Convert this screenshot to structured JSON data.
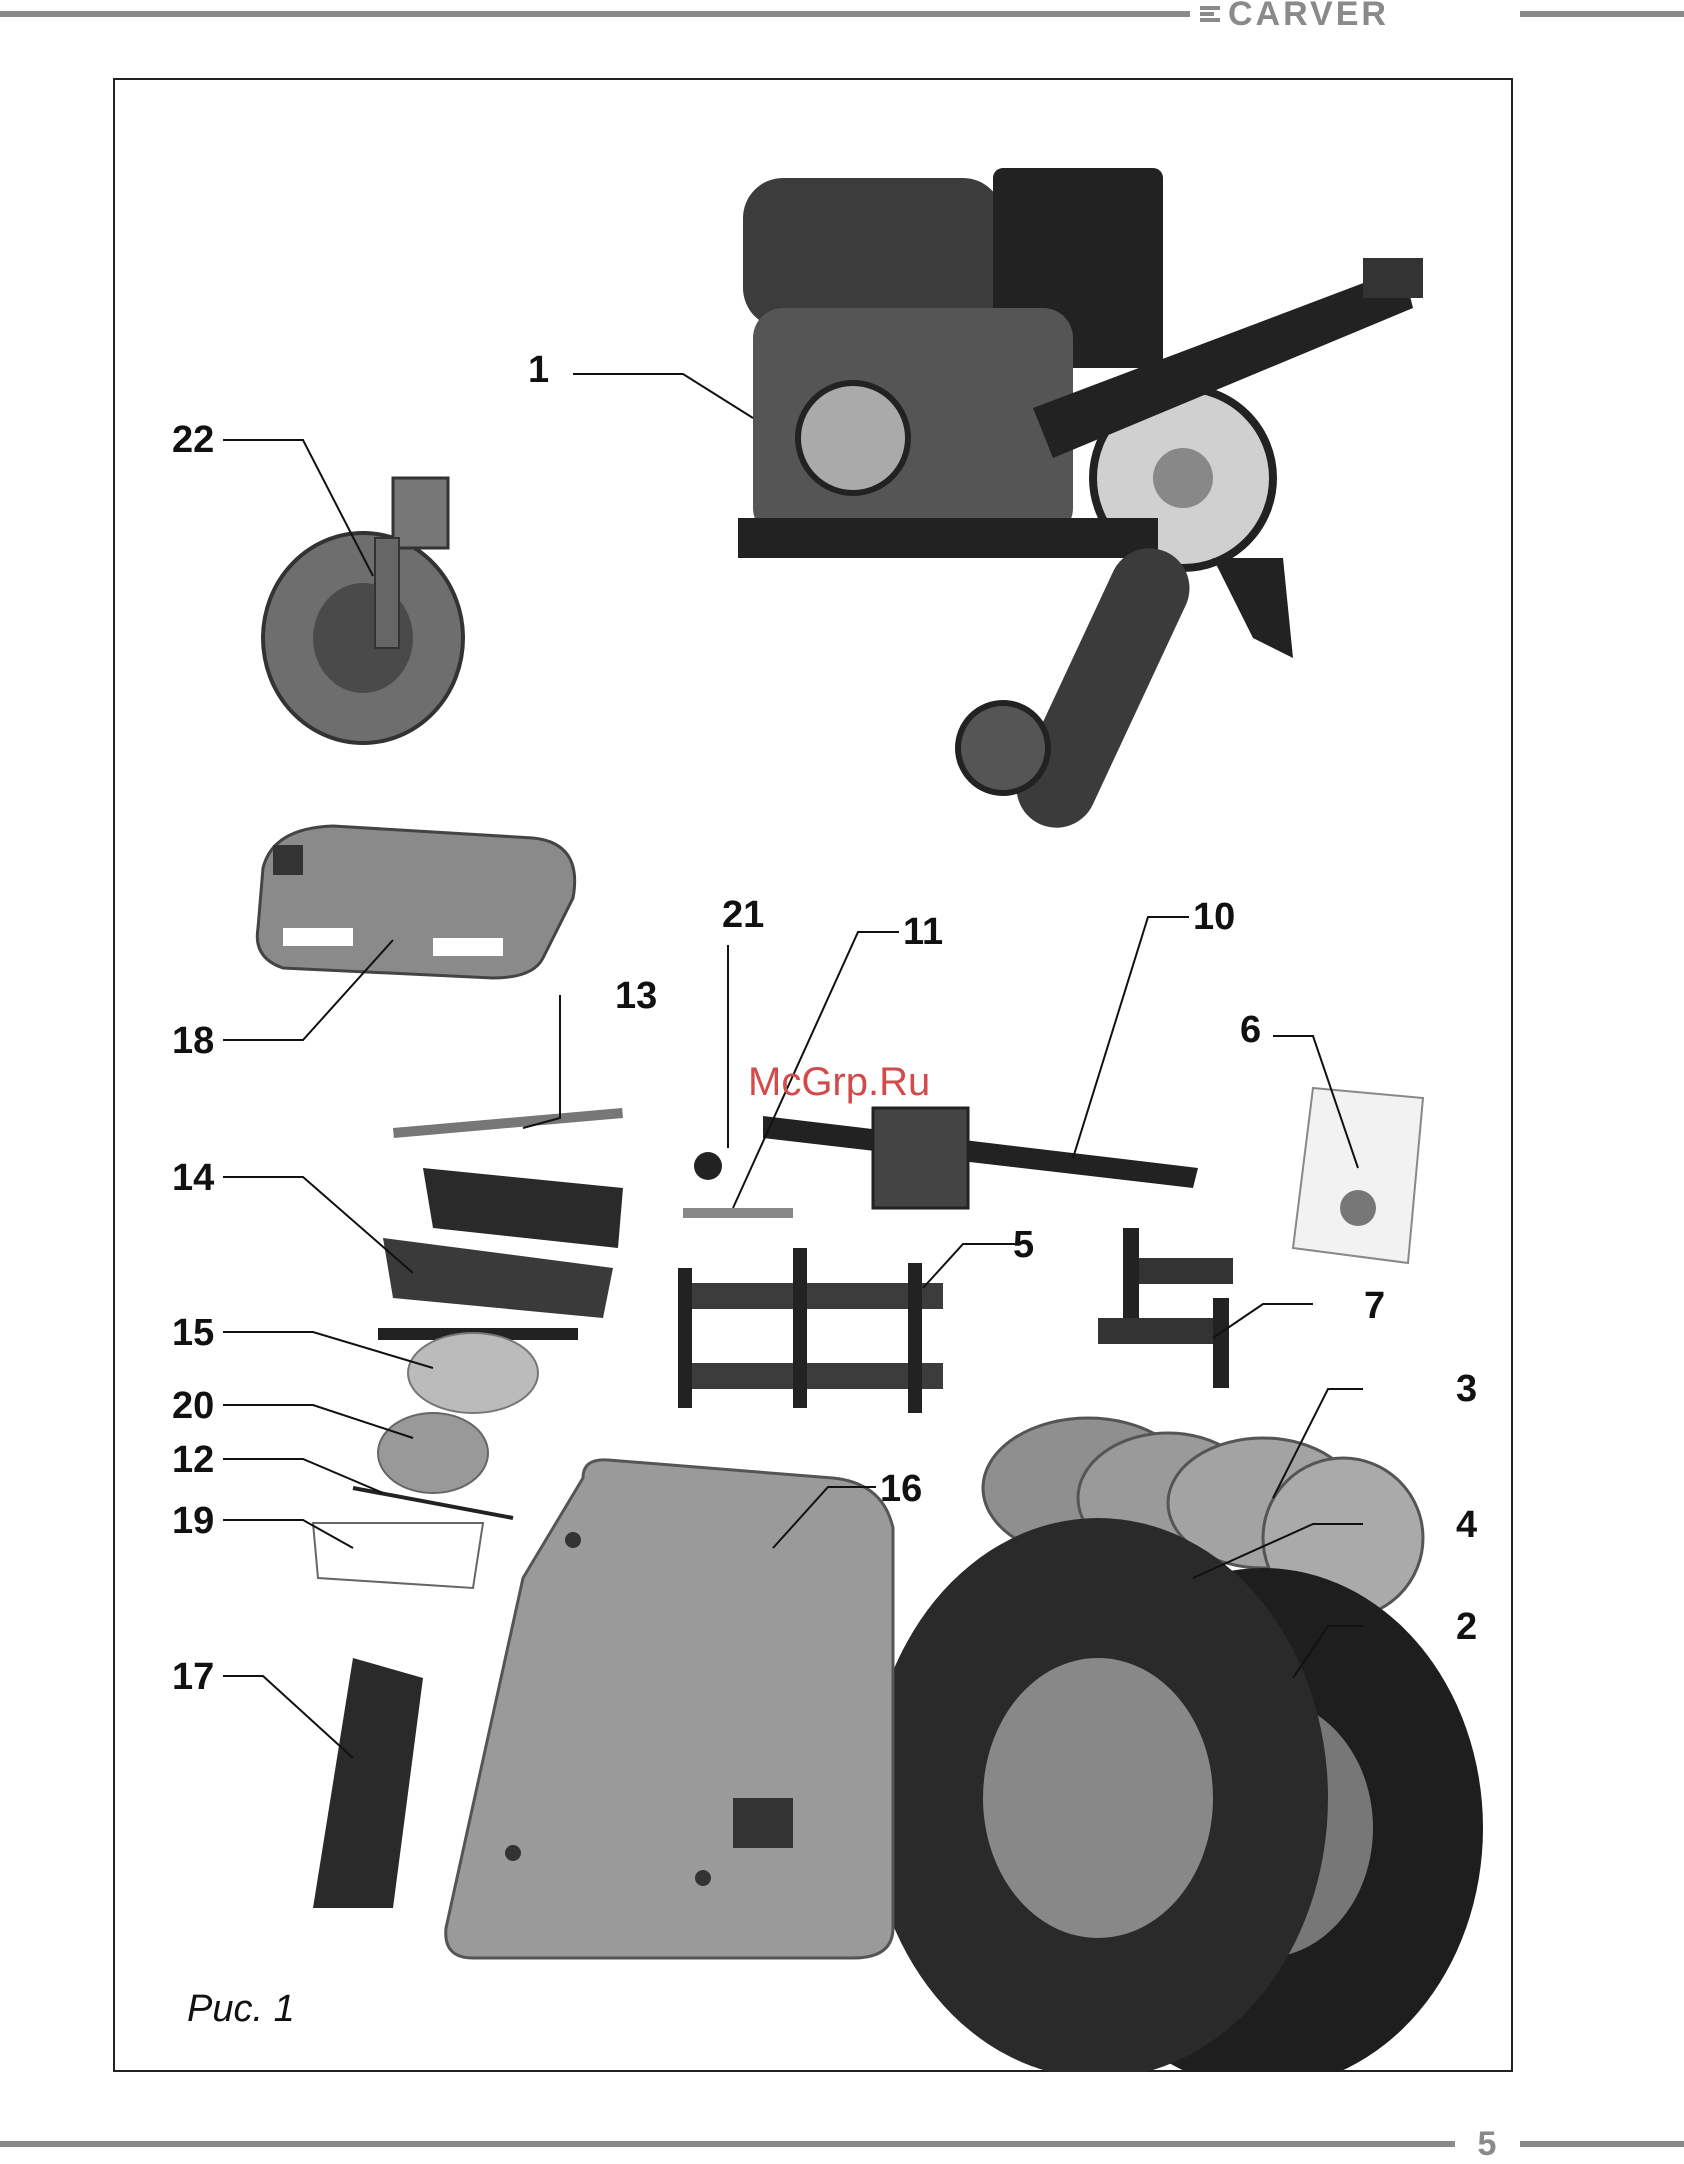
{
  "header": {
    "brand": "CARVER"
  },
  "footer": {
    "page_number": "5"
  },
  "figure": {
    "caption": "Рис. 1",
    "callouts": [
      "1",
      "22",
      "21",
      "11",
      "10",
      "13",
      "18",
      "6",
      "14",
      "5",
      "7",
      "15",
      "3",
      "20",
      "12",
      "16",
      "4",
      "19",
      "2",
      "17"
    ]
  },
  "watermark": "McGrp.Ru"
}
